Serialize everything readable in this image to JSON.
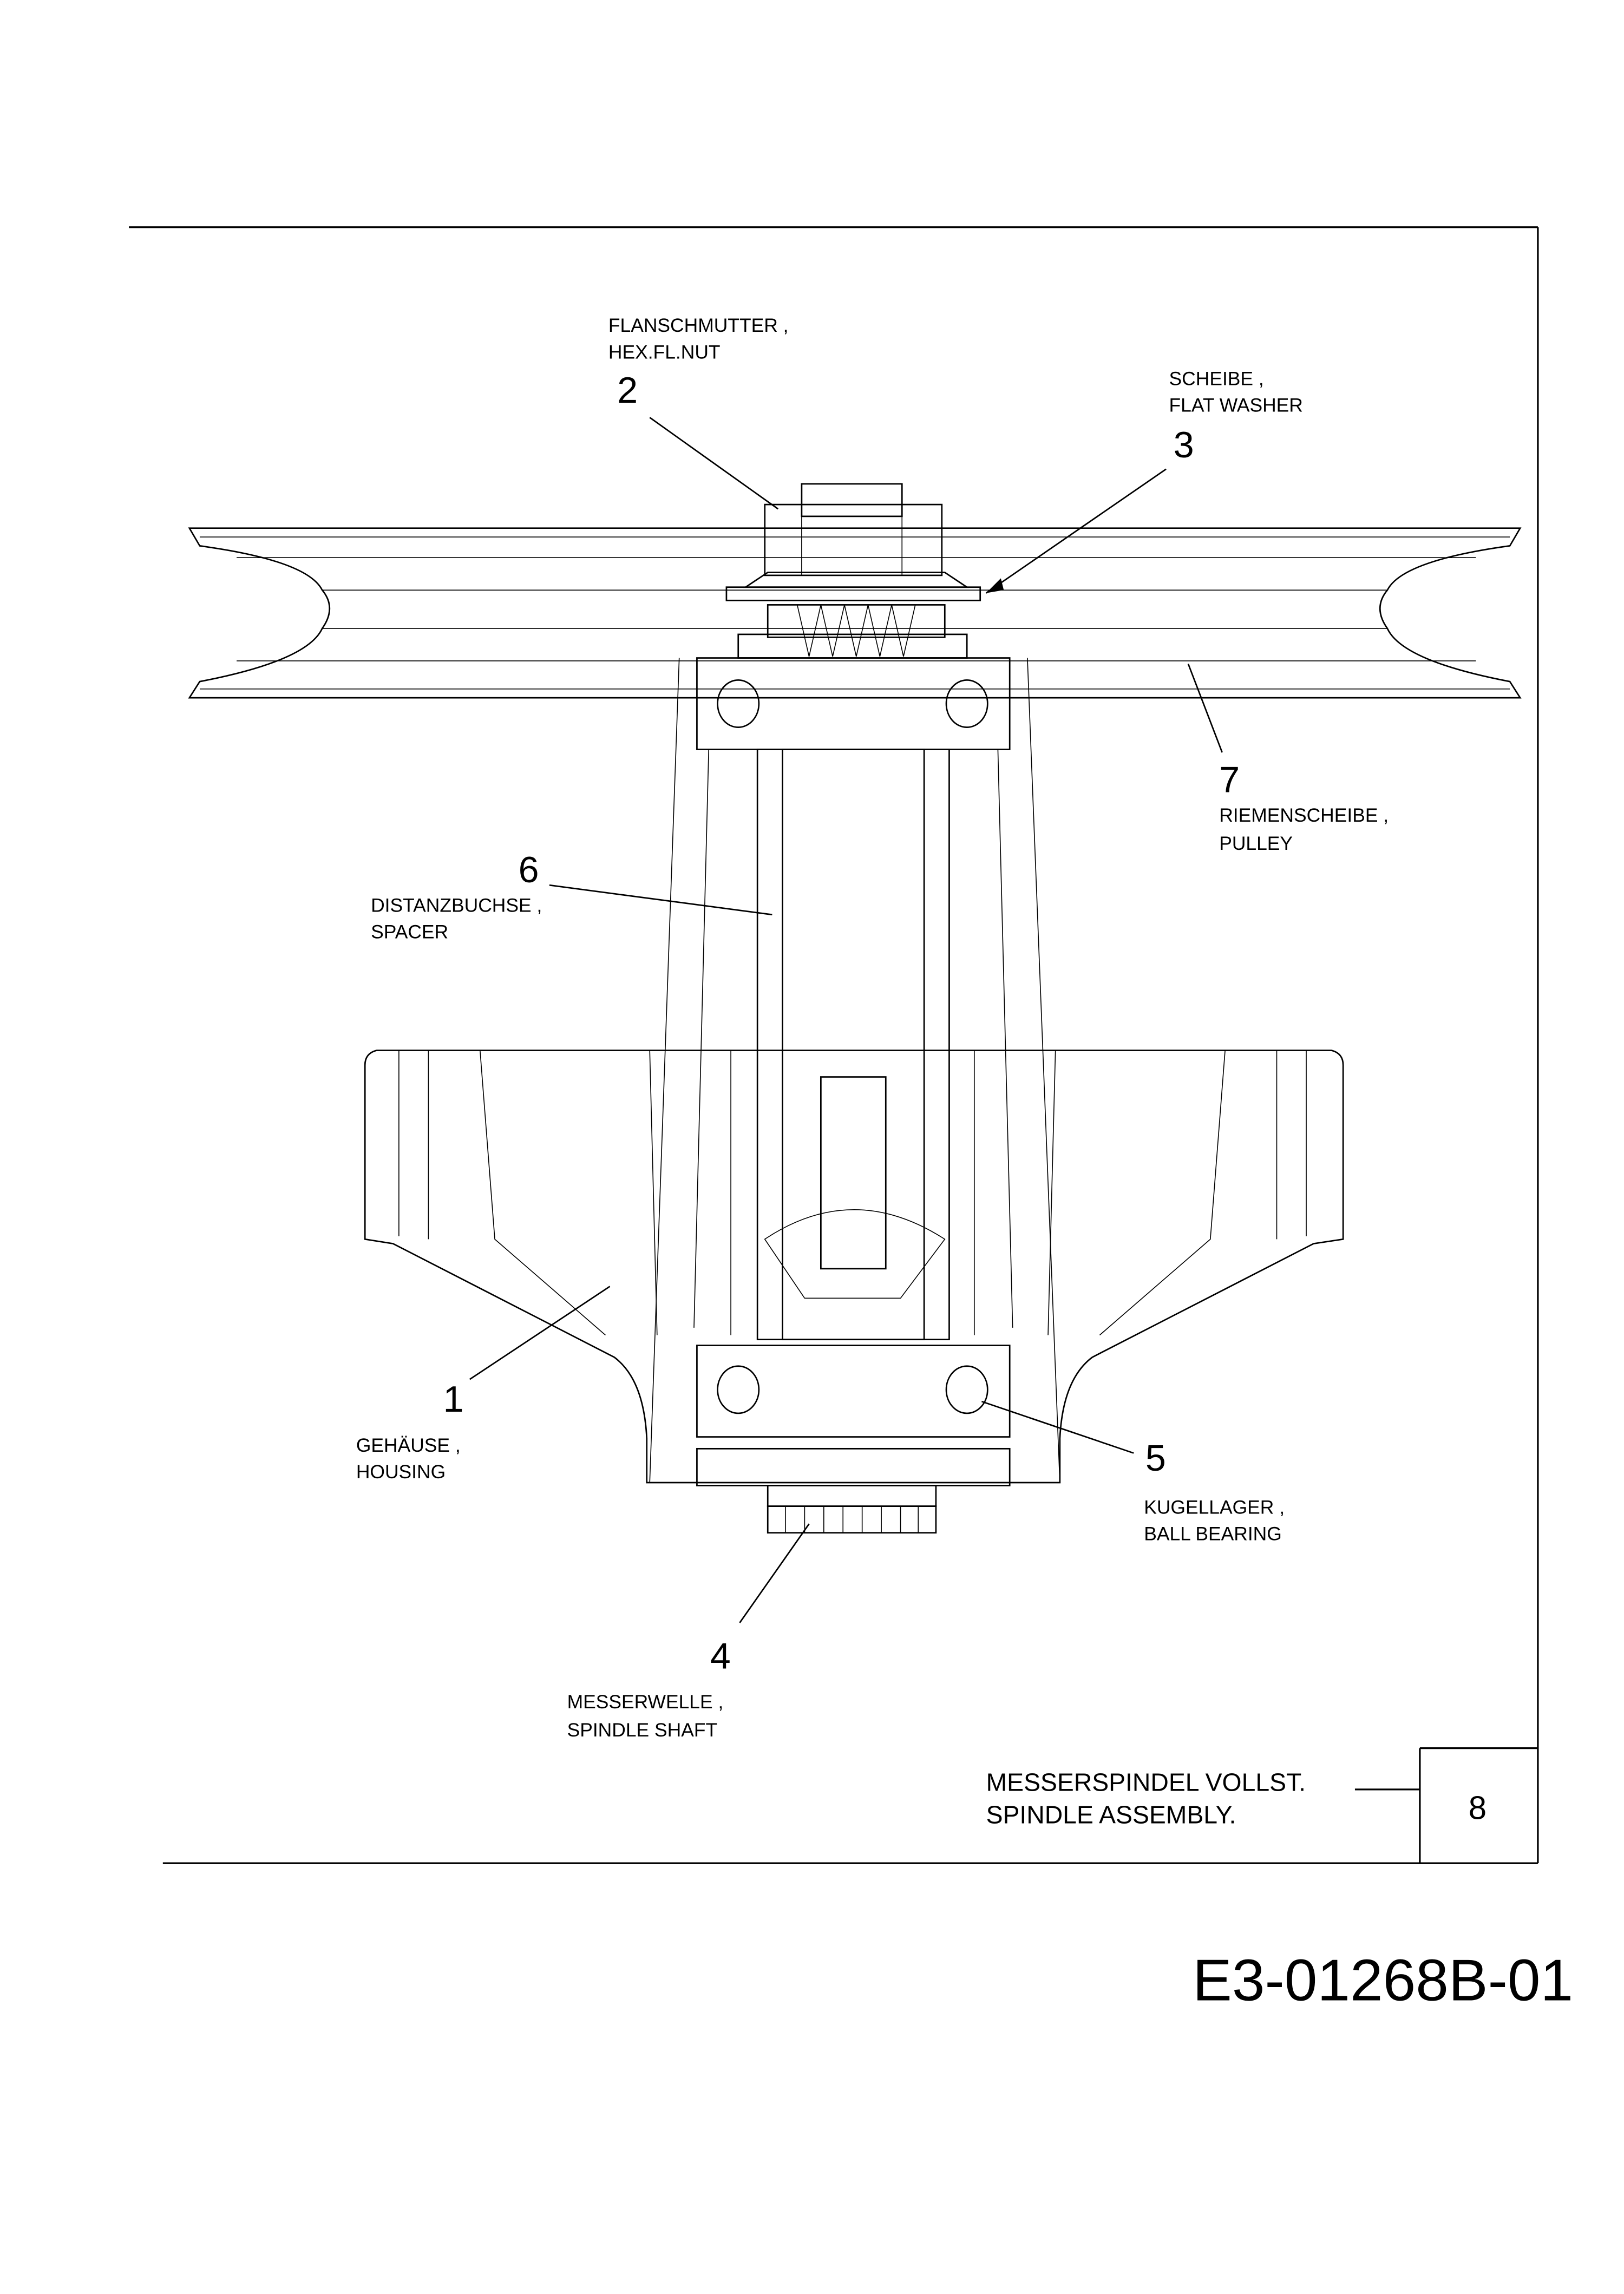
{
  "callouts": [
    {
      "number": "1",
      "label_de": "GEHÄUSE ,",
      "label_en": "HOUSING"
    },
    {
      "number": "2",
      "label_de": "FLANSCHMUTTER ,",
      "label_en": "HEX.FL.NUT"
    },
    {
      "number": "3",
      "label_de": "SCHEIBE ,",
      "label_en": "FLAT WASHER"
    },
    {
      "number": "4",
      "label_de": "MESSERWELLE ,",
      "label_en": "SPINDLE SHAFT"
    },
    {
      "number": "5",
      "label_de": "KUGELLAGER ,",
      "label_en": "BALL BEARING"
    },
    {
      "number": "6",
      "label_de": "DISTANZBUCHSE ,",
      "label_en": "SPACER"
    },
    {
      "number": "7",
      "label_de": "RIEMENSCHEIBE ,",
      "label_en": "PULLEY"
    }
  ],
  "title_block": {
    "title_de": "MESSERSPINDEL VOLLST.",
    "title_en": "SPINDLE ASSEMBLY.",
    "page_number": "8"
  },
  "drawing_number": "E3-01268B-01"
}
